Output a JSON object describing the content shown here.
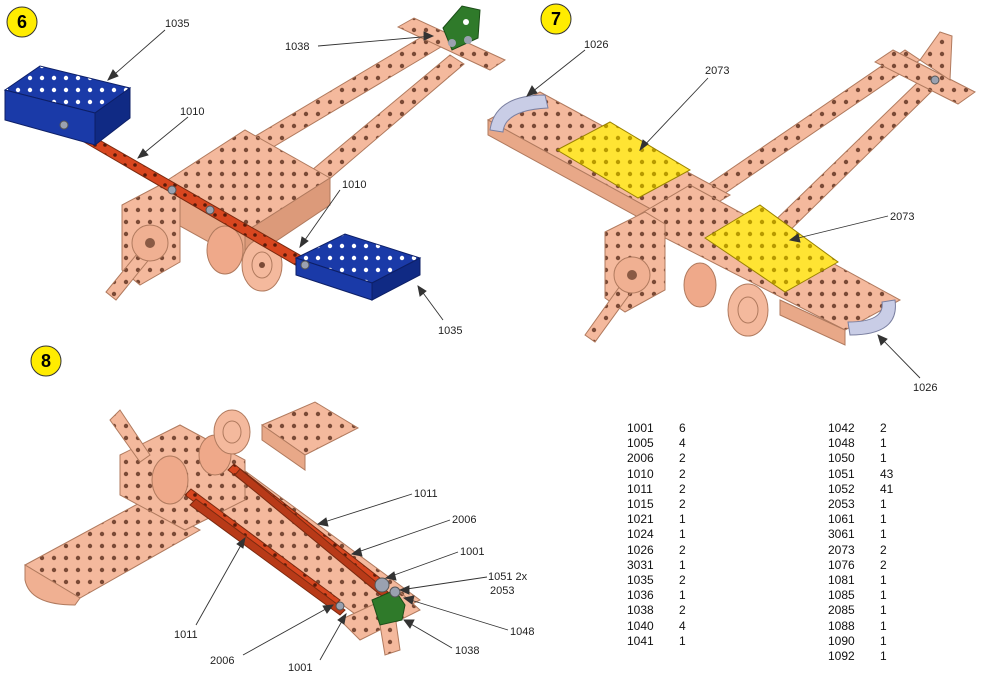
{
  "steps": [
    {
      "number": "6",
      "labels": [
        "1035",
        "1010",
        "1038",
        "1010",
        "1035"
      ]
    },
    {
      "number": "7",
      "labels": [
        "1026",
        "2073",
        "2073",
        "1026"
      ]
    },
    {
      "number": "8",
      "labels": [
        "1011",
        "2006",
        "1001",
        "1051 2x",
        "2053",
        "1011",
        "2006",
        "1001",
        "1038",
        "1048"
      ]
    }
  ],
  "parts_list": {
    "left": [
      {
        "part": "1001",
        "qty": "6"
      },
      {
        "part": "1005",
        "qty": "4"
      },
      {
        "part": "2006",
        "qty": "2"
      },
      {
        "part": "1010",
        "qty": "2"
      },
      {
        "part": "1011",
        "qty": "2"
      },
      {
        "part": "1015",
        "qty": "2"
      },
      {
        "part": "1021",
        "qty": "1"
      },
      {
        "part": "1024",
        "qty": "1"
      },
      {
        "part": "1026",
        "qty": "2"
      },
      {
        "part": "3031",
        "qty": "1"
      },
      {
        "part": "1035",
        "qty": "2"
      },
      {
        "part": "1036",
        "qty": "1"
      },
      {
        "part": "1038",
        "qty": "2"
      },
      {
        "part": "1040",
        "qty": "4"
      },
      {
        "part": "1041",
        "qty": "1"
      }
    ],
    "right": [
      {
        "part": "1042",
        "qty": "2"
      },
      {
        "part": "1048",
        "qty": "1"
      },
      {
        "part": "1050",
        "qty": "1"
      },
      {
        "part": "1051",
        "qty": "43"
      },
      {
        "part": "1052",
        "qty": "41"
      },
      {
        "part": "2053",
        "qty": "1"
      },
      {
        "part": "1061",
        "qty": "1"
      },
      {
        "part": "3061",
        "qty": "1"
      },
      {
        "part": "2073",
        "qty": "2"
      },
      {
        "part": "1076",
        "qty": "2"
      },
      {
        "part": "1081",
        "qty": "1"
      },
      {
        "part": "1085",
        "qty": "1"
      },
      {
        "part": "2085",
        "qty": "1"
      },
      {
        "part": "1088",
        "qty": "1"
      },
      {
        "part": "1090",
        "qty": "1"
      },
      {
        "part": "1092",
        "qty": "1"
      }
    ]
  },
  "colors": {
    "copper": "#f4b99d",
    "copper_dark": "#c98767",
    "blue": "#1a3aa8",
    "red": "#d8461f",
    "green": "#2f7a2a",
    "yellow": "#ffe433",
    "silver": "#c9cde6",
    "step_badge": "#ffec00"
  }
}
